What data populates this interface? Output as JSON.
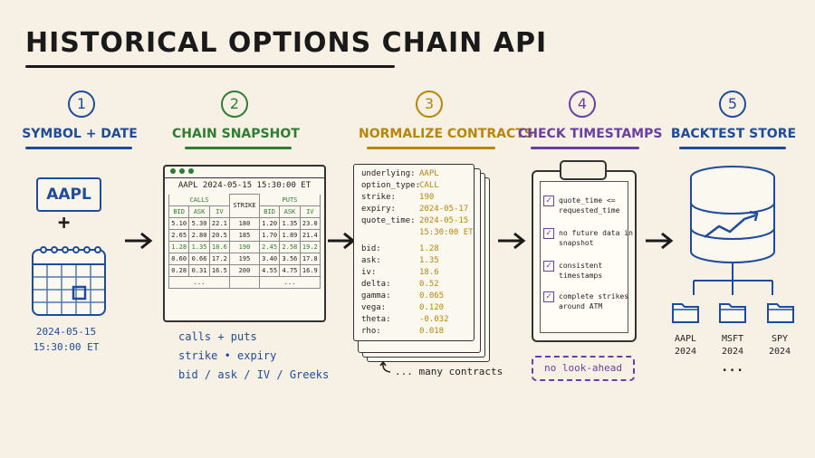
{
  "title": "HISTORICAL OPTIONS CHAIN API",
  "steps": [
    {
      "num": "1",
      "title": "SYMBOL + DATE"
    },
    {
      "num": "2",
      "title": "CHAIN SNAPSHOT"
    },
    {
      "num": "3",
      "title": "NORMALIZE CONTRACTS"
    },
    {
      "num": "4",
      "title": "CHECK TIMESTAMPS"
    },
    {
      "num": "5",
      "title": "BACKTEST STORE"
    }
  ],
  "step1": {
    "symbol": "AAPL",
    "plus": "+",
    "datetime": "2024-05-15 15:30:00 ET"
  },
  "step2": {
    "header": "AAPL   2024-05-15  15:30:00 ET",
    "calls_label": "CALLS",
    "puts_label": "PUTS",
    "strike_label": "STRIKE",
    "col_bid": "BID",
    "col_ask": "ASK",
    "col_iv": "IV",
    "rows": [
      {
        "c_bid": "5.10",
        "c_ask": "5.30",
        "c_iv": "22.1",
        "strike": "180",
        "p_bid": "1.20",
        "p_ask": "1.35",
        "p_iv": "23.0"
      },
      {
        "c_bid": "2.65",
        "c_ask": "2.80",
        "c_iv": "20.5",
        "strike": "185",
        "p_bid": "1.70",
        "p_ask": "1.89",
        "p_iv": "21.4"
      },
      {
        "c_bid": "1.28",
        "c_ask": "1.35",
        "c_iv": "18.6",
        "strike": "190",
        "p_bid": "2.45",
        "p_ask": "2.58",
        "p_iv": "19.2"
      },
      {
        "c_bid": "0.60",
        "c_ask": "0.66",
        "c_iv": "17.2",
        "strike": "195",
        "p_bid": "3.40",
        "p_ask": "3.56",
        "p_iv": "17.8"
      },
      {
        "c_bid": "0.28",
        "c_ask": "0.31",
        "c_iv": "16.5",
        "strike": "200",
        "p_bid": "4.55",
        "p_ask": "4.75",
        "p_iv": "16.9"
      }
    ],
    "ellipsis": "...",
    "notes": [
      "calls + puts",
      "strike • expiry",
      "bid / ask / IV / Greeks"
    ]
  },
  "step3": {
    "fields": [
      {
        "k": "underlying:",
        "v": "AAPL"
      },
      {
        "k": "option_type:",
        "v": "CALL"
      },
      {
        "k": "strike:",
        "v": "190"
      },
      {
        "k": "expiry:",
        "v": "2024-05-17"
      },
      {
        "k": "quote_time:",
        "v": "2024-05-15"
      },
      {
        "k": "",
        "v": "15:30:00 ET"
      },
      {
        "k": "bid:",
        "v": "1.28"
      },
      {
        "k": "ask:",
        "v": "1.35"
      },
      {
        "k": "iv:",
        "v": "18.6"
      },
      {
        "k": "delta:",
        "v": "0.52"
      },
      {
        "k": "gamma:",
        "v": "0.065"
      },
      {
        "k": "vega:",
        "v": "0.120"
      },
      {
        "k": "theta:",
        "v": "-0.032"
      },
      {
        "k": "rho:",
        "v": "0.018"
      }
    ],
    "many": "... many contracts"
  },
  "step4": {
    "checks": [
      "quote_time <= requested_time",
      "no future data in snapshot",
      "consistent timestamps",
      "complete strikes around ATM"
    ],
    "badge": "no look-ahead"
  },
  "step5": {
    "folders": [
      {
        "name": "AAPL",
        "year": "2024"
      },
      {
        "name": "MSFT",
        "year": "2024"
      },
      {
        "name": "SPY",
        "year": "2024"
      }
    ],
    "ellipsis": "..."
  },
  "colors": {
    "blue": "#1e4c9a",
    "green": "#2e7d32",
    "gold": "#b7860b",
    "purple": "#6a3fa3",
    "background": "#f6f1e4"
  }
}
